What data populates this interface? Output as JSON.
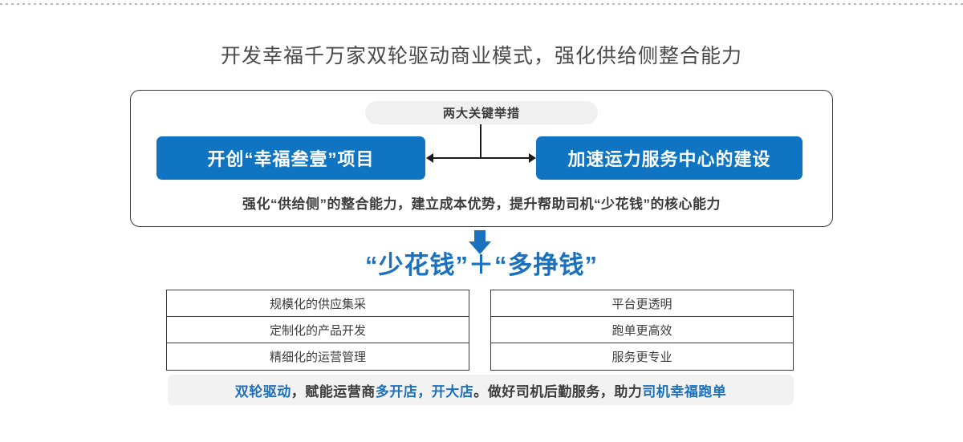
{
  "page": {
    "title": "开发幸福千万家双轮驱动商业模式，强化供给侧整合能力"
  },
  "framed_section": {
    "pill_label": "两大关键举措",
    "measures": [
      {
        "label": "开创“幸福叁壹”项目"
      },
      {
        "label": "加速运力服务中心的建设"
      }
    ],
    "caption": "强化“供给侧”的整合能力，建立成本优势，提升帮助司机“少花钱”的核心能力"
  },
  "slogan": "“少花钱”＋“多挣钱”",
  "tables": [
    {
      "rows": [
        "规模化的供应集采",
        "定制化的产品开发",
        "精细化的运营管理"
      ]
    },
    {
      "rows": [
        "平台更透明",
        "跑单更高效",
        "服务更专业"
      ]
    }
  ],
  "banner": {
    "segments": [
      {
        "text": "双轮驱动",
        "highlight": true
      },
      {
        "text": "，赋能运营商",
        "highlight": false
      },
      {
        "text": "多开店，开大店",
        "highlight": true
      },
      {
        "text": "。做好司机后勤服务，助力",
        "highlight": false
      },
      {
        "text": "司机幸福跑单",
        "highlight": true
      }
    ]
  },
  "colors": {
    "brand_blue": "#0f74c1",
    "accent_blue": "#1b71bd",
    "border_dark": "#3b3b3b",
    "pill_gray": "#f0f0f0",
    "banner_gray": "#f2f2f2",
    "text_dark": "#3c3c3c"
  }
}
